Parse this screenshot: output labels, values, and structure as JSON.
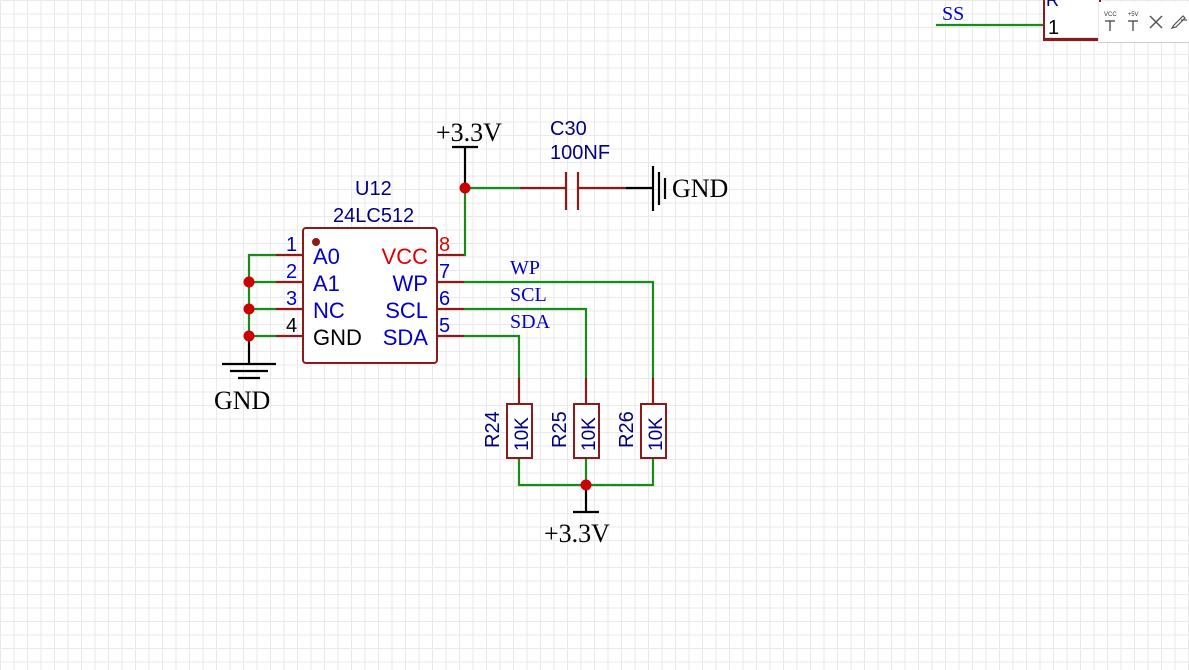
{
  "top_fragment": {
    "net_label": "SS",
    "pin_number": "1",
    "part_partial": "R"
  },
  "toolbar": {
    "vcc_label": "VCC",
    "plus5v_label": "+5V"
  },
  "colors": {
    "wire": "#1a8a1a",
    "component": "#8b1a1a",
    "pin_name": "#0000cc",
    "power_pin": "#dd0000",
    "junction": "#cc0000"
  },
  "u12": {
    "designator": "U12",
    "value": "24LC512",
    "pins": [
      {
        "num": "1",
        "name": "A0"
      },
      {
        "num": "2",
        "name": "A1"
      },
      {
        "num": "3",
        "name": "NC"
      },
      {
        "num": "4",
        "name": "GND"
      },
      {
        "num": "5",
        "name": "SDA"
      },
      {
        "num": "6",
        "name": "SCL"
      },
      {
        "num": "7",
        "name": "WP"
      },
      {
        "num": "8",
        "name": "VCC"
      }
    ]
  },
  "c30": {
    "designator": "C30",
    "value": "100NF"
  },
  "power": {
    "vcc_top": "+3.3V",
    "gnd_cap": "GND",
    "gnd_left": "GND",
    "vcc_bottom": "+3.3V"
  },
  "net_labels": {
    "wp": "WP",
    "scl": "SCL",
    "sda": "SDA"
  },
  "resistors": [
    {
      "designator": "R24",
      "value": "10K"
    },
    {
      "designator": "R25",
      "value": "10K"
    },
    {
      "designator": "R26",
      "value": "10K"
    }
  ]
}
